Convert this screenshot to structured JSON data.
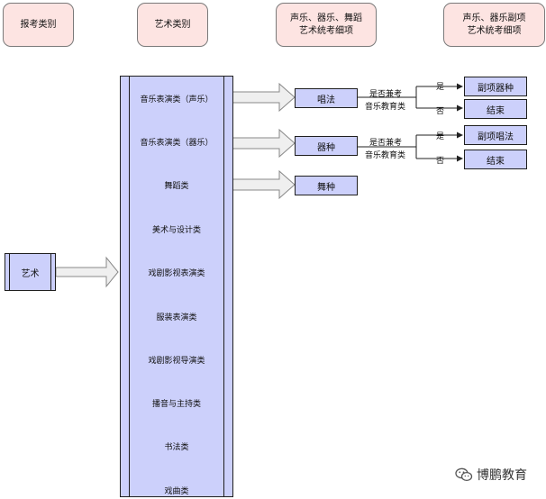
{
  "headers": {
    "col1": "报考类别",
    "col2": "艺术类别",
    "col3": "声乐、器乐、舞蹈\n艺术统考细项",
    "col4": "声乐、器乐副项\n艺术统考细项"
  },
  "root": "艺术",
  "categories": [
    "音乐表演类（声乐）",
    "音乐表演类（器乐）",
    "舞蹈类",
    "美术与设计类",
    "戏剧影视表演类",
    "服装表演类",
    "戏剧影视导演类",
    "播音与主持类",
    "书法类",
    "戏曲类"
  ],
  "details": [
    "唱法",
    "器种",
    "舞种"
  ],
  "branch_label_line1": "是否兼考",
  "branch_label_line2": "音乐教育类",
  "yes": "是",
  "no": "否",
  "outcomes": {
    "vocal_yes": "副项器种",
    "vocal_no": "结束",
    "instr_yes": "副项唱法",
    "instr_no": "结束"
  },
  "watermark": "博鹏教育",
  "icon": "wechat-icon"
}
